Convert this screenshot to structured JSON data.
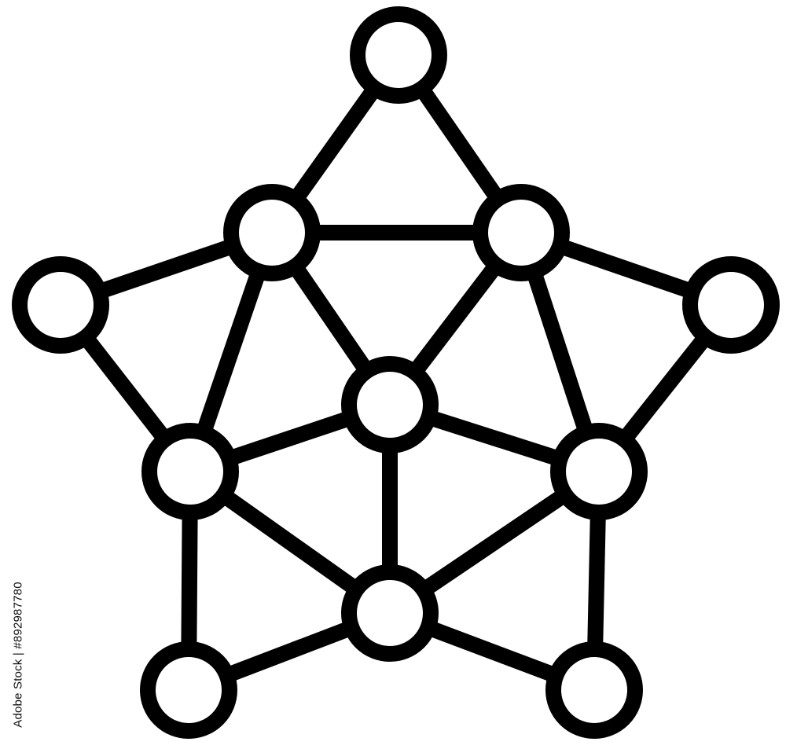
{
  "stock_id": "Adobe Stock | #892987780",
  "style": {
    "stroke_color": "#000000",
    "fill_color": "#ffffff",
    "background": "#ffffff"
  },
  "diagram": {
    "type": "network-graph-icon",
    "nodes": [
      {
        "id": "top"
      },
      {
        "id": "upper-left"
      },
      {
        "id": "upper-right"
      },
      {
        "id": "far-left"
      },
      {
        "id": "far-right"
      },
      {
        "id": "center"
      },
      {
        "id": "mid-left"
      },
      {
        "id": "mid-right"
      },
      {
        "id": "bottom-center"
      },
      {
        "id": "bottom-left"
      },
      {
        "id": "bottom-right"
      }
    ],
    "edges": [
      [
        "top",
        "upper-left"
      ],
      [
        "top",
        "upper-right"
      ],
      [
        "upper-left",
        "upper-right"
      ],
      [
        "upper-left",
        "far-left"
      ],
      [
        "upper-right",
        "far-right"
      ],
      [
        "upper-left",
        "center"
      ],
      [
        "upper-right",
        "center"
      ],
      [
        "upper-left",
        "mid-left"
      ],
      [
        "upper-right",
        "mid-right"
      ],
      [
        "far-left",
        "mid-left"
      ],
      [
        "far-right",
        "mid-right"
      ],
      [
        "center",
        "mid-left"
      ],
      [
        "center",
        "mid-right"
      ],
      [
        "center",
        "bottom-center"
      ],
      [
        "mid-left",
        "bottom-center"
      ],
      [
        "mid-right",
        "bottom-center"
      ],
      [
        "mid-left",
        "bottom-left"
      ],
      [
        "mid-right",
        "bottom-right"
      ],
      [
        "bottom-center",
        "bottom-left"
      ],
      [
        "bottom-center",
        "bottom-right"
      ]
    ]
  }
}
